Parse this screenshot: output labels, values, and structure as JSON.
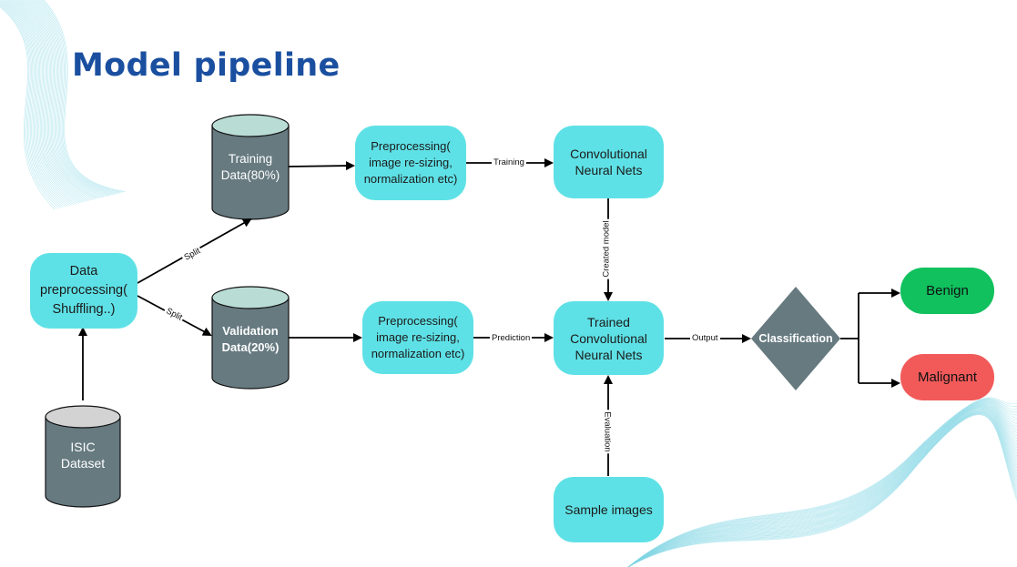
{
  "title": "Model pipeline",
  "nodes": {
    "isic_dataset": "ISIC\nDataset",
    "data_preprocessing": "Data\npreprocessing(\nShuffling..)",
    "training_data": "Training\nData(80%)",
    "validation_data": "Validation\nData(20%)",
    "preprocessing_train": "Preprocessing(\nimage re-sizing,\nnormalization etc)",
    "preprocessing_val": "Preprocessing(\nimage re-sizing,\nnormalization etc)",
    "cnn": "Convolutional\nNeural Nets",
    "trained_cnn": "Trained\nConvolutional\nNeural Nets",
    "sample_images": "Sample images",
    "classification": "Classification",
    "benign": "Benign",
    "malignant": "Malignant"
  },
  "edges": {
    "split_top": "Split",
    "split_bottom": "Split",
    "training": "Training",
    "prediction": "Prediction",
    "created_model": "Created model",
    "evaluation": "Evaluation",
    "output": "Output"
  },
  "colors": {
    "title": "#1a4fa0",
    "pill": "#5ee1e6",
    "database_body": "#667a80",
    "database_top": "#b9dcd5",
    "diamond": "#667a80",
    "benign": "#10c15e",
    "malignant": "#f25a5a",
    "wave": "#7fd6e4"
  }
}
